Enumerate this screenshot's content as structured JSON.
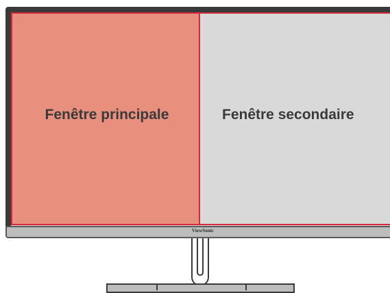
{
  "monitor": {
    "brand": "ViewSonic"
  },
  "windows": {
    "main_label": "Fenêtre principale",
    "sub_label": "Fenêtre secondaire"
  },
  "colors": {
    "main_window_fill": "#e8907d",
    "sub_window_fill": "#d9d9d9",
    "window_border": "#d42a3c",
    "bezel": "#3a3a3a"
  }
}
